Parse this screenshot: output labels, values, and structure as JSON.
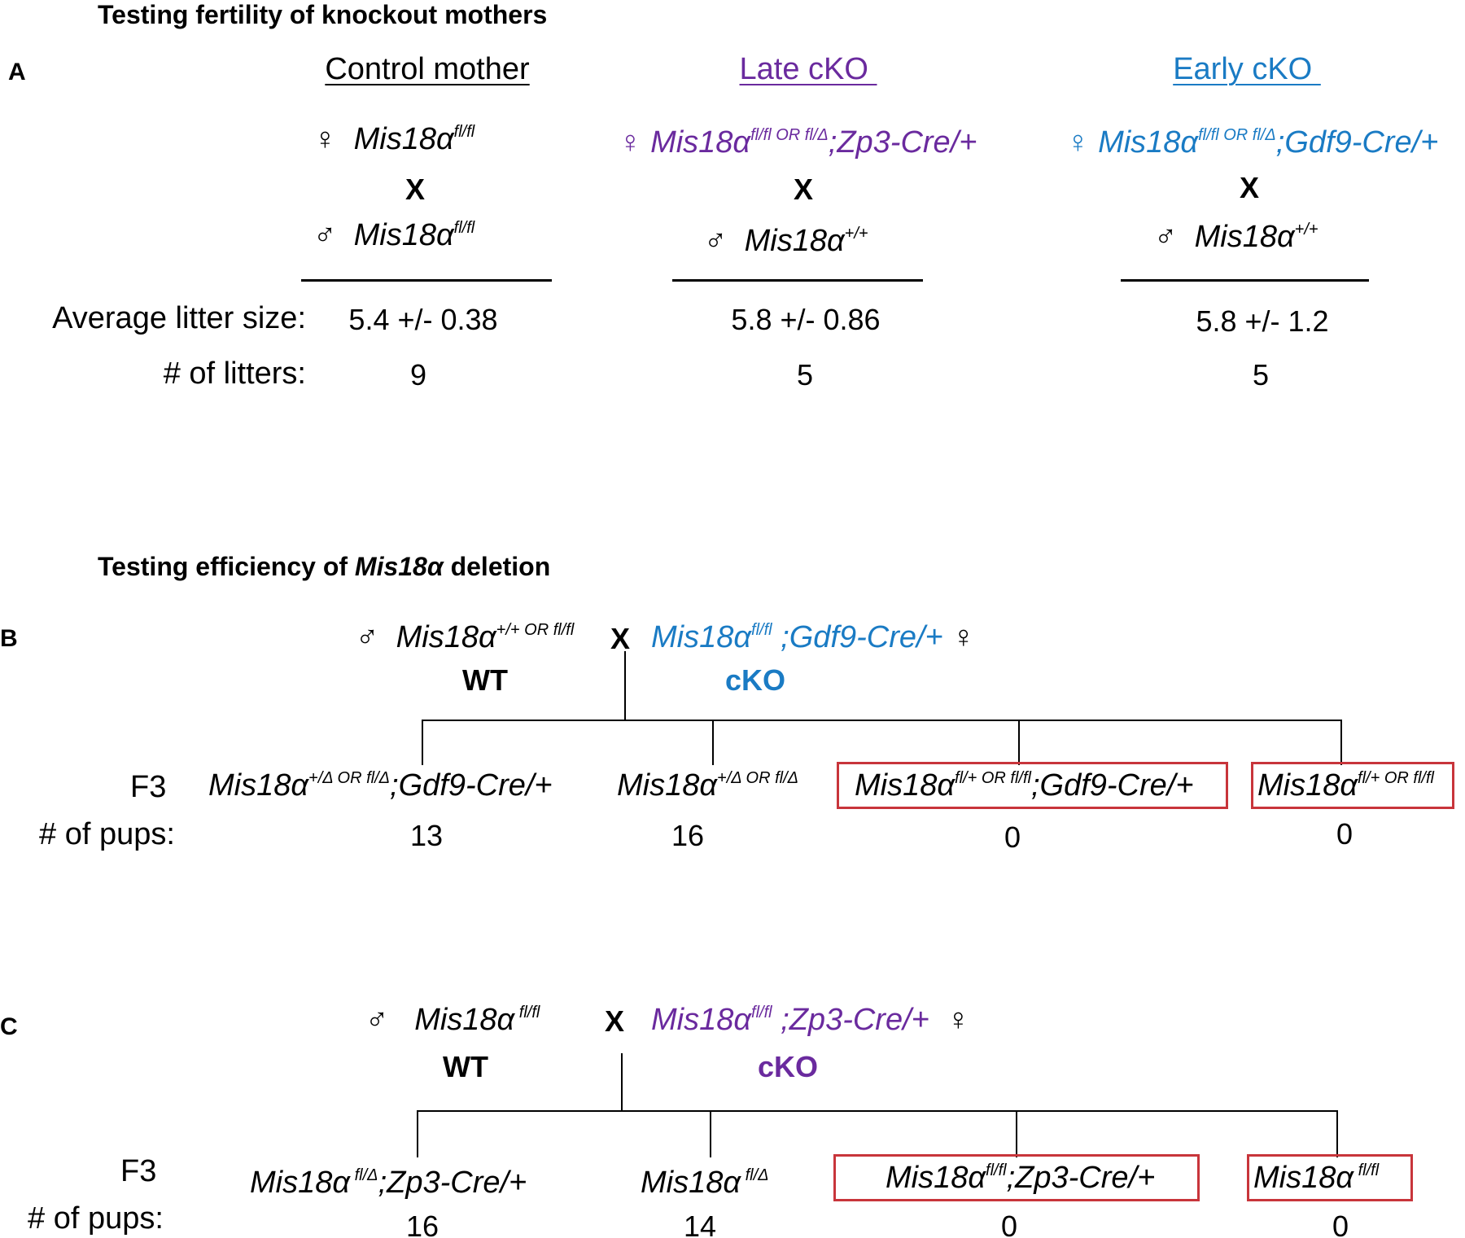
{
  "colors": {
    "late_cko": "#6a2a9e",
    "early_cko": "#1a7bc4",
    "highlight_box": "#c8353b"
  },
  "symbols": {
    "female": "♀",
    "male": "♂",
    "cross": "X"
  },
  "sectionA": {
    "heading": "Testing fertility of knockout mothers",
    "panel": "A",
    "columns": [
      {
        "title": "Control mother",
        "mother": {
          "base": "Mis18α",
          "sup": "fl/fl",
          "suffix": ""
        },
        "father": {
          "base": "Mis18α",
          "sup": "fl/fl"
        },
        "avg_litter": "5.4 +/- 0.38",
        "litters": "9"
      },
      {
        "title": "Late cKO ",
        "mother": {
          "base": "Mis18α",
          "sup": "fl/fl OR fl/Δ",
          "suffix": ";Zp3-Cre/+"
        },
        "father": {
          "base": "Mis18α",
          "sup": "+/+"
        },
        "avg_litter": "5.8 +/- 0.86",
        "litters": "5"
      },
      {
        "title": "Early cKO ",
        "mother": {
          "base": "Mis18α",
          "sup": "fl/fl OR fl/Δ",
          "suffix": ";Gdf9-Cre/+"
        },
        "father": {
          "base": "Mis18α",
          "sup": "+/+"
        },
        "avg_litter": "5.8 +/- 1.2",
        "litters": "5"
      }
    ],
    "row_labels": {
      "avg": "Average litter size:",
      "litters": "# of litters:"
    }
  },
  "sectionBC_heading": {
    "prefix": "Testing efficiency of ",
    "gene": "Mis18α",
    "suffix": " deletion"
  },
  "sectionB": {
    "panel": "B",
    "father": {
      "base": "Mis18α",
      "sup": "+/+ OR fl/fl",
      "label": "WT"
    },
    "mother": {
      "base": "Mis18α",
      "sup": "fl/fl",
      "suffix": " ;Gdf9-Cre/+",
      "label": "cKO"
    },
    "f3_label": "F3",
    "pups_label": "# of pups:",
    "offspring": [
      {
        "base": "Mis18α",
        "sup": "+/Δ OR fl/Δ",
        "suffix": ";Gdf9-Cre/+",
        "pups": "13"
      },
      {
        "base": "Mis18α",
        "sup": "+/Δ OR fl/Δ",
        "suffix": "",
        "pups": "16"
      },
      {
        "base": "Mis18α",
        "sup": "fl/+ OR fl/fl",
        "suffix": ";Gdf9-Cre/+",
        "pups": "0"
      },
      {
        "base": "Mis18α",
        "sup": "fl/+ OR fl/fl",
        "suffix": "",
        "pups": "0"
      }
    ]
  },
  "sectionC": {
    "panel": "C",
    "father": {
      "base": "Mis18α",
      "sup": " fl/fl",
      "label": "WT"
    },
    "mother": {
      "base": "Mis18α",
      "sup": "fl/fl",
      "suffix": " ;Zp3-Cre/+",
      "label": "cKO"
    },
    "f3_label": "F3",
    "pups_label": "# of pups:",
    "offspring": [
      {
        "base": "Mis18α",
        "sup": " fl/Δ",
        "suffix": ";Zp3-Cre/+",
        "pups": "16"
      },
      {
        "base": "Mis18α",
        "sup": " fl/Δ",
        "suffix": "",
        "pups": "14"
      },
      {
        "base": "Mis18α",
        "sup": "fl/fl",
        "suffix": ";Zp3-Cre/+",
        "pups": "0"
      },
      {
        "base": "Mis18α",
        "sup": " fl/fl",
        "suffix": "",
        "pups": "0"
      }
    ]
  }
}
